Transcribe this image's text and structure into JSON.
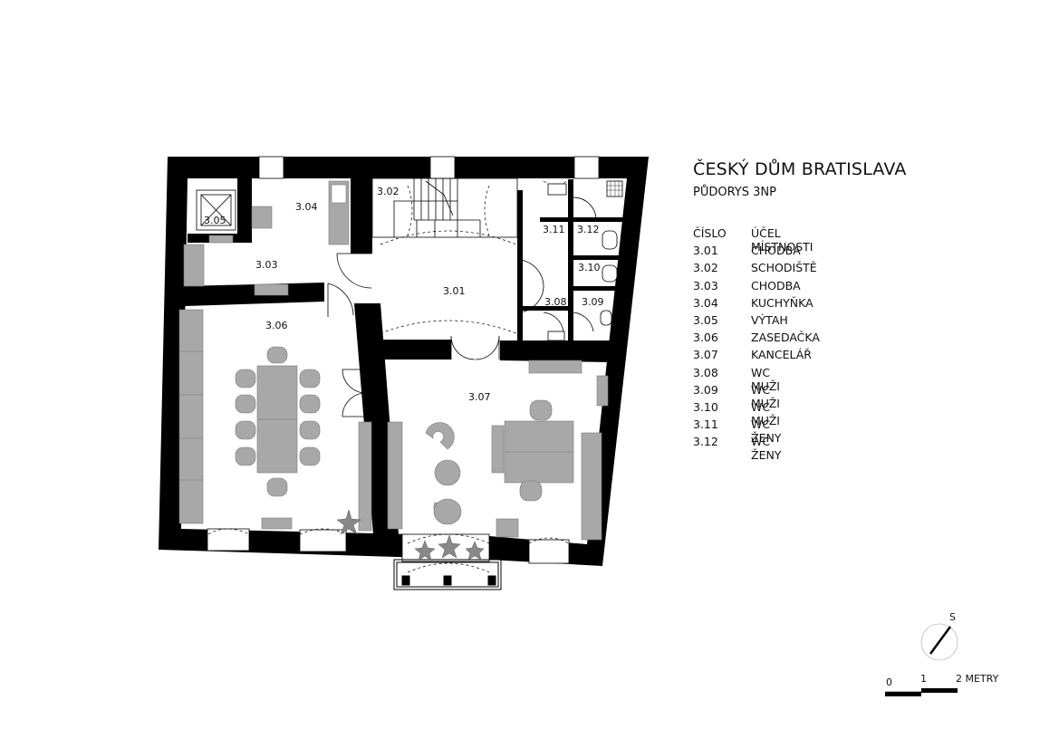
{
  "title": "ČESKÝ DŮM BRATISLAVA",
  "subtitle": "PŮDORYS 3NP",
  "legend": {
    "header": {
      "number": "ČÍSLO",
      "purpose": "ÚČEL MÍSTNOSTI"
    },
    "rows": [
      {
        "number": "3.01",
        "purpose": "CHODBA"
      },
      {
        "number": "3.02",
        "purpose": "SCHODIŠTĚ"
      },
      {
        "number": "3.03",
        "purpose": "CHODBA"
      },
      {
        "number": "3.04",
        "purpose": "KUCHYŇKA"
      },
      {
        "number": "3.05",
        "purpose": "VÝTAH"
      },
      {
        "number": "3.06",
        "purpose": "ZASEDAČKA"
      },
      {
        "number": "3.07",
        "purpose": "KANCELÁŘ"
      },
      {
        "number": "3.08",
        "purpose": "WC MUŽI"
      },
      {
        "number": "3.09",
        "purpose": "WC MUŽI"
      },
      {
        "number": "3.10",
        "purpose": "WC MUŽI"
      },
      {
        "number": "3.11",
        "purpose": "WC ŽENY"
      },
      {
        "number": "3.12",
        "purpose": "WC ŽENY"
      }
    ]
  },
  "rooms": {
    "r301": "3.01",
    "r302": "3.02",
    "r303": "3.03",
    "r304": "3.04",
    "r305": "3.05",
    "r306": "3.06",
    "r307": "3.07",
    "r308": "3.08",
    "r309": "3.09",
    "r310": "3.10",
    "r311": "3.11",
    "r312": "3.12"
  },
  "north_arrow": {
    "label": "S"
  },
  "scale_bar": {
    "l0": "0",
    "l1": "1",
    "l2": "2 METRY"
  },
  "colors": {
    "wall": "#000000",
    "furniture": "#a8a8a8",
    "furniture_stroke": "#7a7a7a"
  }
}
